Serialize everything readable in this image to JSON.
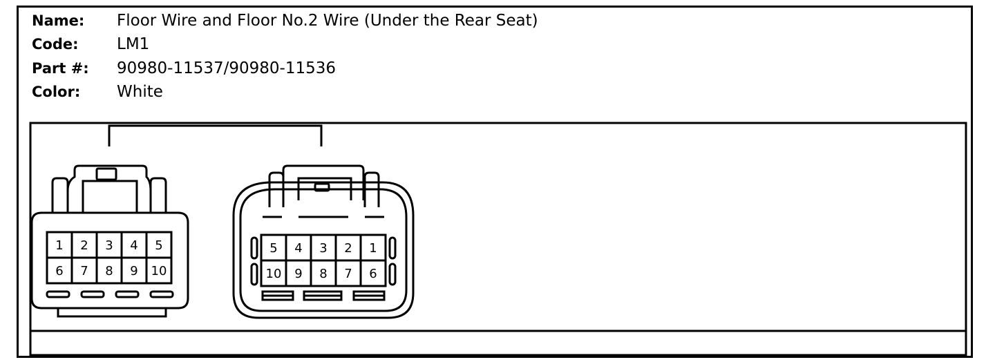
{
  "info": {
    "name_label": "Name:",
    "name_value": "Floor Wire and Floor No.2 Wire (Under the Rear Seat)",
    "code_label": "Code:",
    "code_value": "LM1",
    "part_label": "Part #:",
    "part_value": "90980-11537/90980-11536",
    "color_label": "Color:",
    "color_value": "White"
  },
  "connector_left": {
    "row1": [
      "1",
      "2",
      "3",
      "4",
      "5"
    ],
    "row2": [
      "6",
      "7",
      "8",
      "9",
      "10"
    ]
  },
  "connector_right": {
    "row1": [
      "5",
      "4",
      "3",
      "2",
      "1"
    ],
    "row2": [
      "10",
      "9",
      "8",
      "7",
      "6"
    ]
  }
}
